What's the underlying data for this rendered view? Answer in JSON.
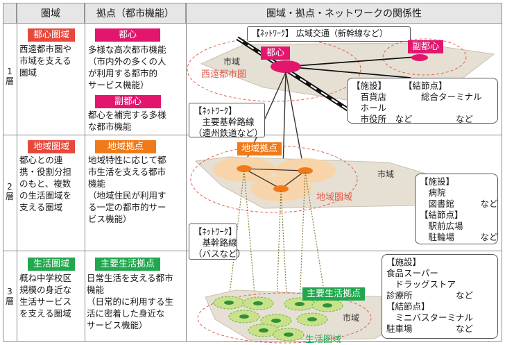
{
  "headers": {
    "area": "圏域",
    "base": "拠点（都市機能）",
    "relation": "圏域・拠点・ネットワークの関係性"
  },
  "layers": [
    {
      "num": "1",
      "suffix": "層",
      "area_tag": "都心圏域",
      "area_desc": "西遠都市圏や\n市域を支える\n圏域",
      "base_tag": "都心",
      "base_desc": "多様な高次都市機能\n（市内外の多くの人\nが利用する都市的\nサービス機能）",
      "base_tag2": "副都心",
      "base_desc2": "都心を補完する多様\nな都市機能"
    },
    {
      "num": "2",
      "suffix": "層",
      "area_tag": "地域圏域",
      "area_desc": "都心との連\n携・役割分担\nのもと、複数\nの生活圏域を\n支える圏域",
      "base_tag": "地域拠点",
      "base_desc": "地域特性に応じて都\n市生活を支える都市\n機能\n（地域住民が利用す\nる一定の都市的サー\nビス機能）"
    },
    {
      "num": "3",
      "suffix": "層",
      "area_tag": "生活圏域",
      "area_desc": "概ね中学校区\n規模の身近な\n生活サービス\nを支える圏域",
      "base_tag": "主要生活拠点",
      "base_desc": "日常生活を支える都市\n機能\n（日常的に利用する生\n活に密着した身近な\nサービス機能）"
    }
  ],
  "diagram": {
    "network_wide": "【ﾈｯﾄﾜｰｸ】 広域交通（新幹線など）",
    "city_area": "市域",
    "seien": "西遠都市圏",
    "toshin": "都心",
    "fukutoshin": "副都心",
    "facilities1": "【施設】　　　【結節点】\n　百貨店　　　　総合ターミナル\n　ホール\n　市役所　など　　　　　など",
    "network_trunk": "【ﾈｯﾄﾜｰｸ】\n　主要基幹路線\n（遠州鉄道など）",
    "chiiki_kyoten": "地域拠点",
    "city_area2": "市域",
    "chiiki_keniki": "地域圏域",
    "facilities2": "【施設】\n　病院\n　図書館　　　など\n【結節点】\n　駅前広場\n　駐輪場　　　など",
    "network_bus": "【ﾈｯﾄﾜｰｸ】\n　基幹路線\n（バスなど）",
    "facilities3": "【施設】\n食品スーパー\n　ドラッグストア\n診療所　　　　　など\n【結節点】\n　ミニバスターミナル\n駐車場　　　　　など",
    "seikatsu_kyoten": "主要生活拠点",
    "city_area3": "市域",
    "seikatsu_keniki": "生活圏域"
  },
  "colors": {
    "red": "#e8473c",
    "pink": "#e3166e",
    "orange": "#f07a19",
    "green": "#21a84e"
  }
}
